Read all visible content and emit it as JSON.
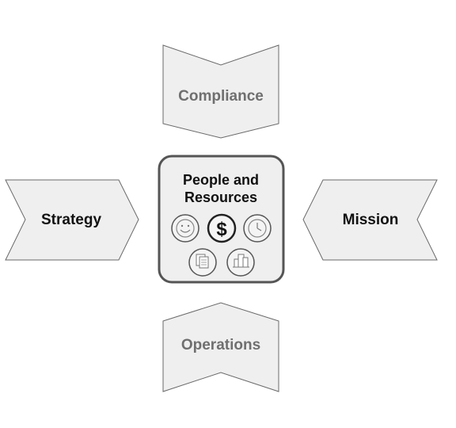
{
  "diagram": {
    "top": {
      "label": "Compliance"
    },
    "bottom": {
      "label": "Operations"
    },
    "left": {
      "label": "Strategy"
    },
    "right": {
      "label": "Mission"
    },
    "center": {
      "line1": "People and",
      "line2": "Resources",
      "icons": [
        "smiley-icon",
        "dollar-icon",
        "clock-icon",
        "documents-icon",
        "buildings-icon"
      ]
    }
  },
  "colors": {
    "chevron_fill": "#efefef",
    "chevron_stroke": "#666666",
    "center_fill": "#efefef",
    "center_stroke": "#555555"
  }
}
